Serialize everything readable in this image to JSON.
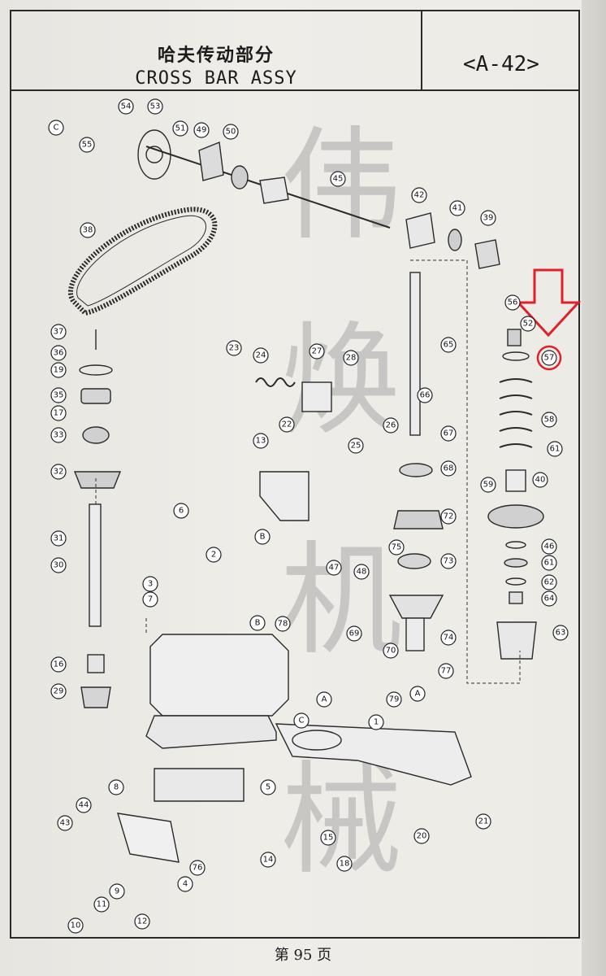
{
  "header": {
    "title_cn": "哈夫传动部分",
    "title_en": "CROSS BAR ASSY",
    "code": "<A-42>"
  },
  "footer": {
    "page_label": "第 95 页"
  },
  "watermark": {
    "chars": [
      "伟",
      "焕",
      "机",
      "械"
    ]
  },
  "highlight": {
    "part": "57",
    "color": "#e0202a"
  },
  "parts": [
    "1",
    "2",
    "3",
    "4",
    "5",
    "6",
    "7",
    "8",
    "9",
    "10",
    "11",
    "12",
    "13",
    "14",
    "15",
    "16",
    "17",
    "18",
    "19",
    "20",
    "21",
    "22",
    "23",
    "24",
    "25",
    "26",
    "27",
    "28",
    "29",
    "30",
    "31",
    "32",
    "33",
    "35",
    "36",
    "37",
    "38",
    "39",
    "40",
    "41",
    "42",
    "43",
    "44",
    "45",
    "46",
    "47",
    "48",
    "49",
    "50",
    "51",
    "52",
    "53",
    "54",
    "55",
    "56",
    "57",
    "58",
    "59",
    "61",
    "62",
    "63",
    "64",
    "65",
    "66",
    "67",
    "68",
    "69",
    "70",
    "72",
    "73",
    "74",
    "75",
    "76",
    "77",
    "78",
    "79"
  ],
  "section_refs": [
    "A",
    "A",
    "B",
    "B",
    "C",
    "C"
  ]
}
